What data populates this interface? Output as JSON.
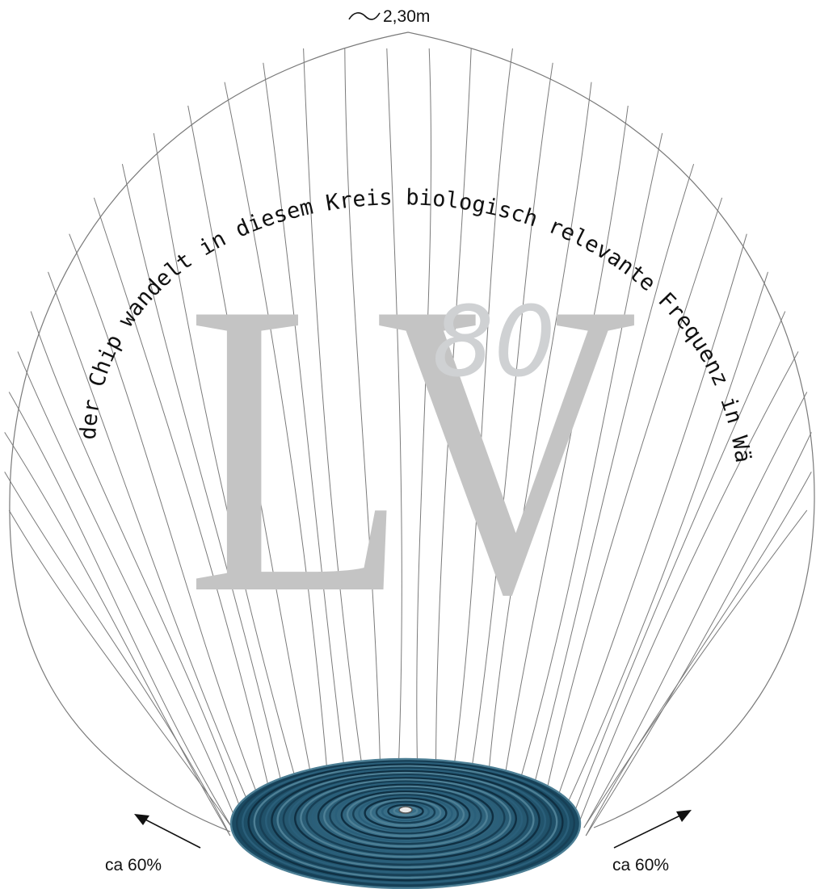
{
  "diagram": {
    "dimension_label": "2,30m",
    "tilde_glyph": "~",
    "arc_caption": "der Chip wandelt in diesem Kreis biologisch relevante Frequenz in Wärme um !",
    "left_arrow_label": "ca 60%",
    "right_arrow_label": "ca 60%",
    "logo": {
      "letters": "LV",
      "number": "80",
      "letter_color": "#c4c4c4",
      "number_color": "#cfd1d3"
    },
    "line_color": "#7a7a7a",
    "disc": {
      "colors": [
        "#2a5f7a",
        "#173f55",
        "#4d7f95",
        "#0f2f42"
      ]
    }
  }
}
